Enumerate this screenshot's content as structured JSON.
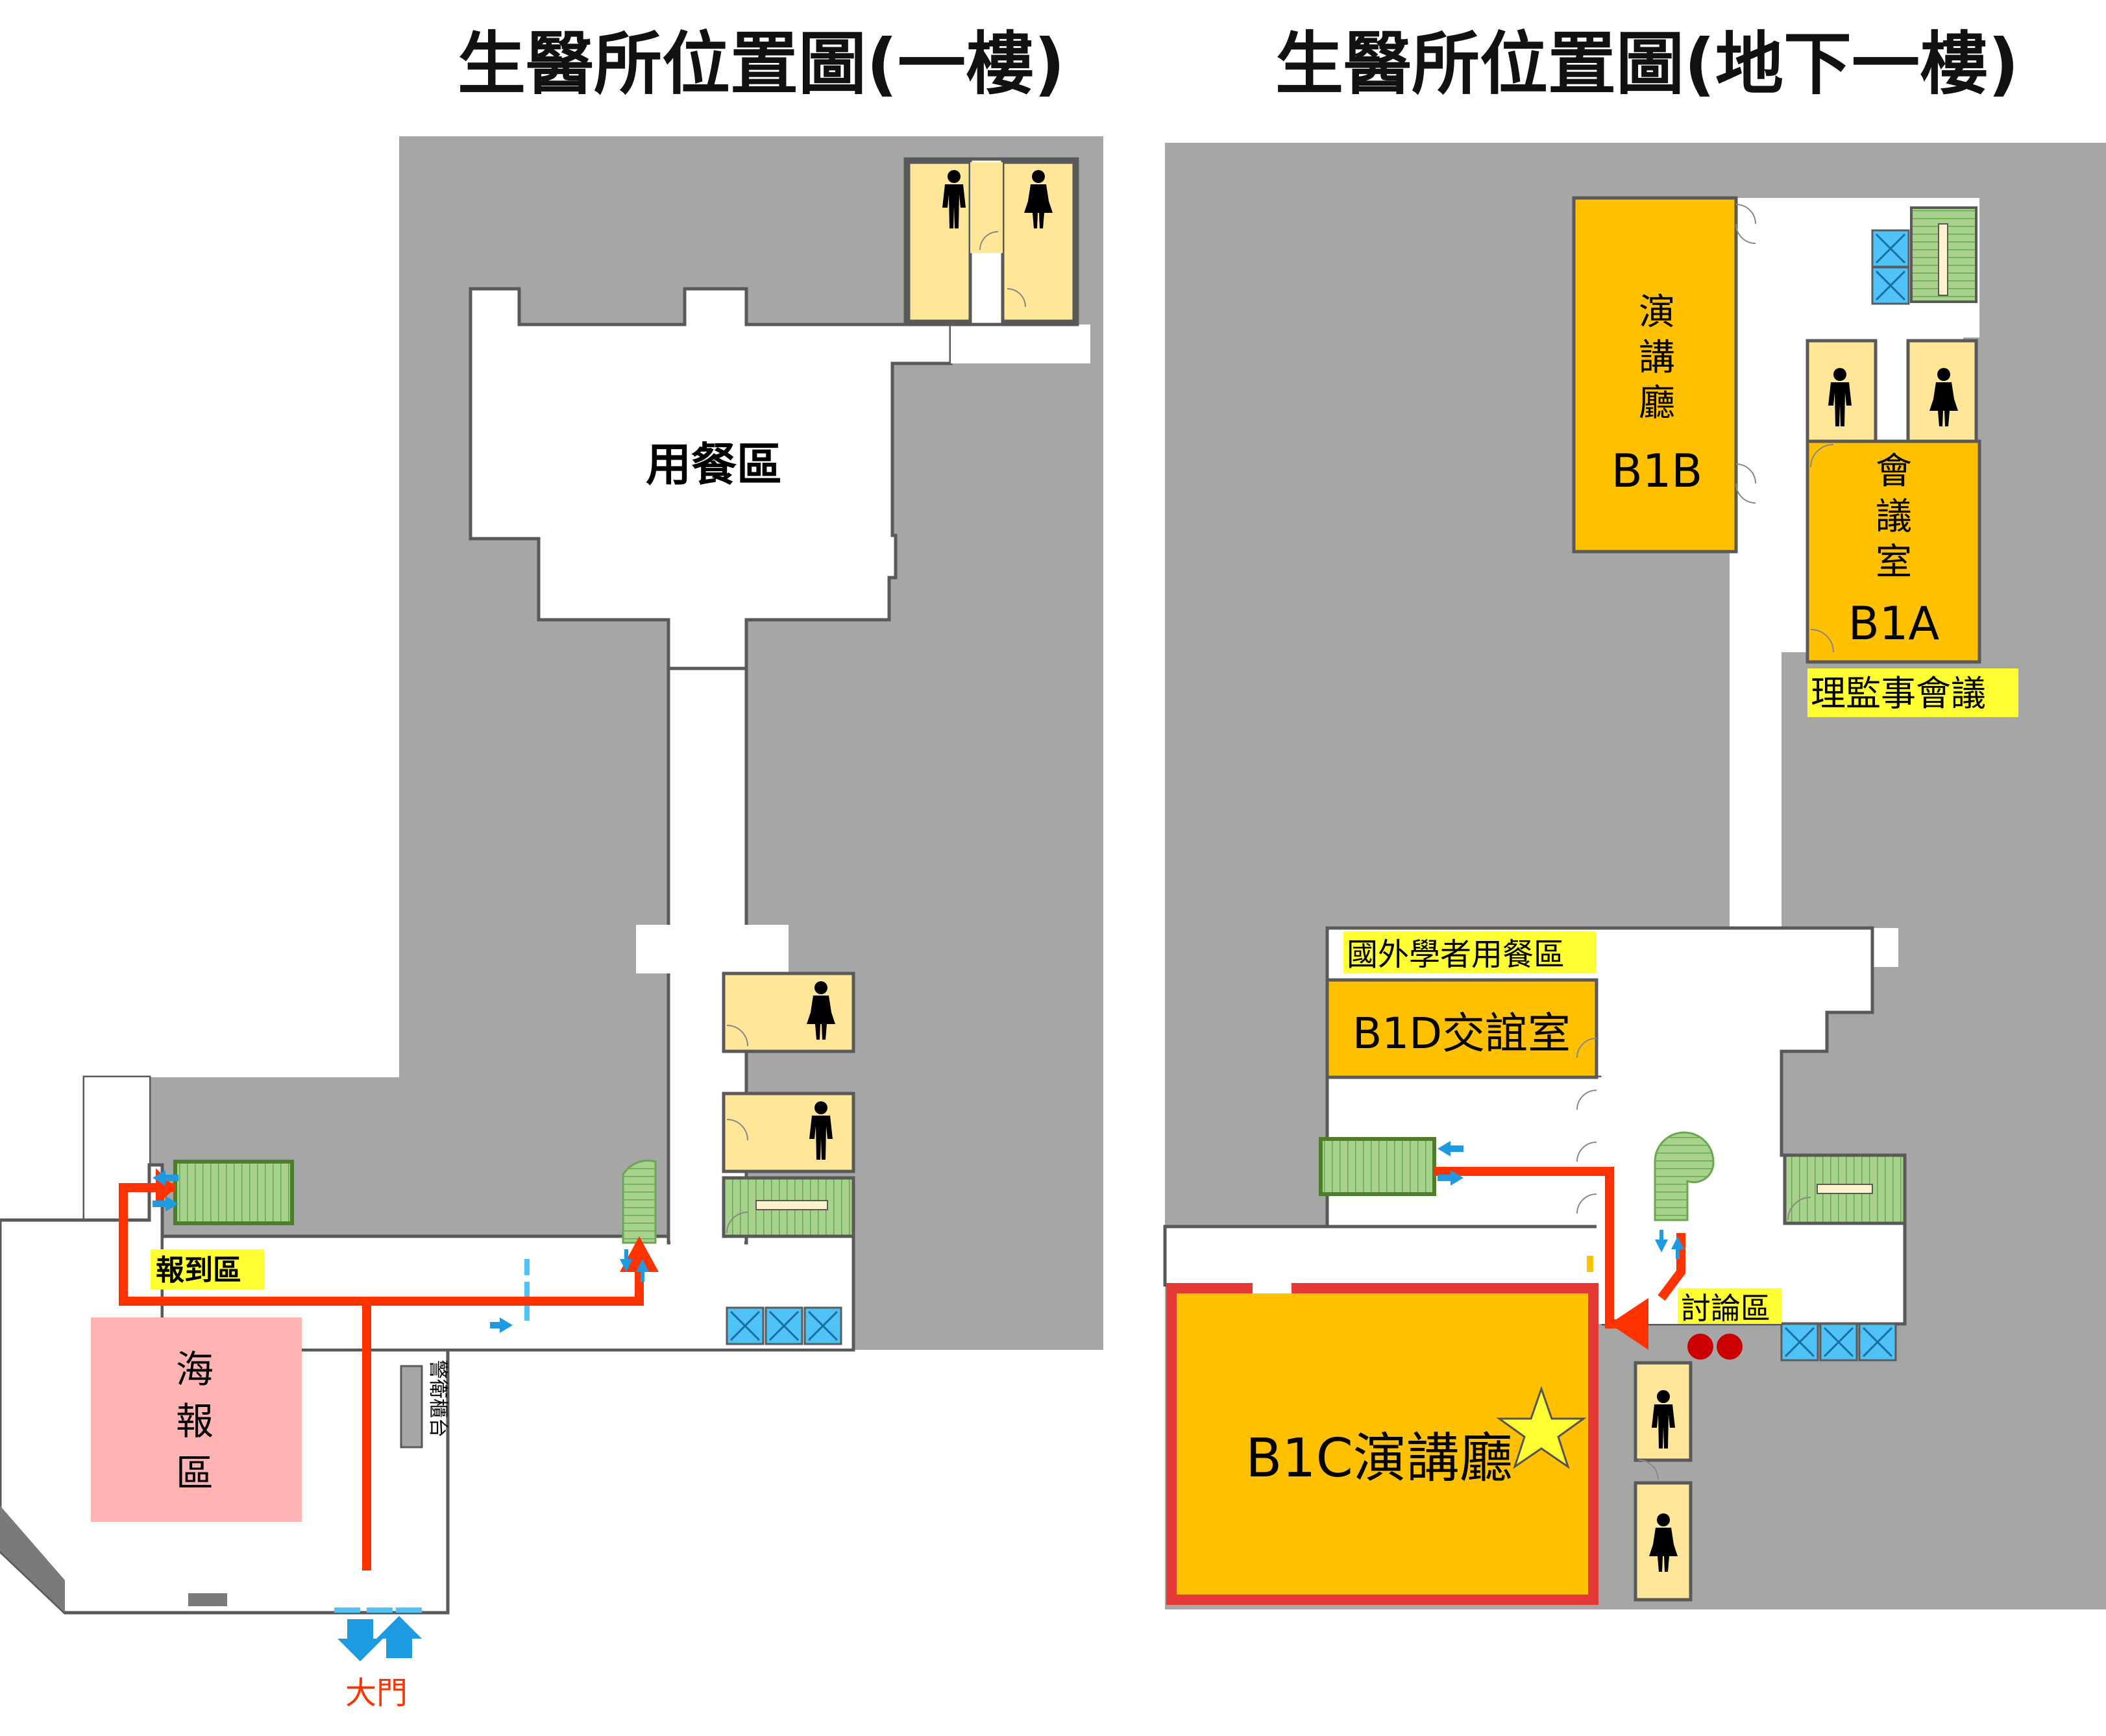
{
  "titles": {
    "left": "生醫所位置圖(一樓)",
    "right": "生醫所位置圖(地下一樓)"
  },
  "floor1": {
    "dining": "用餐區",
    "registration": "報到區",
    "poster": [
      "海",
      "報",
      "區"
    ],
    "security": "警衛櫃台",
    "gate": "大門"
  },
  "floorB1": {
    "hall_b1b_name": [
      "演",
      "講",
      "廳"
    ],
    "hall_b1b_code": "B1B",
    "meeting_b1a_name": [
      "會",
      "議",
      "室"
    ],
    "meeting_b1a_code": "B1A",
    "board_meeting": "理監事會議",
    "scholar_dining": "國外學者用餐區",
    "lounge": "B1D交誼室",
    "discussion": "討論區",
    "hall_b1c": "B1C演講廳"
  },
  "icons": [
    "man-icon",
    "woman-icon",
    "elevator-icon",
    "stairs-icon",
    "escalator-icon",
    "star-icon",
    "arrow-icon"
  ],
  "colors": {
    "wall_fill": "#a6a6a6",
    "corridor": "#ffffff",
    "orange_room": "#ffc000",
    "restroom": "#ffe699",
    "poster_area": "#ffb3b3",
    "route": "#ff3300",
    "label_highlight": "#ffff33",
    "elevator": "#4fc3f7",
    "stairs": "#a9d18e",
    "star": "#ffff33"
  }
}
